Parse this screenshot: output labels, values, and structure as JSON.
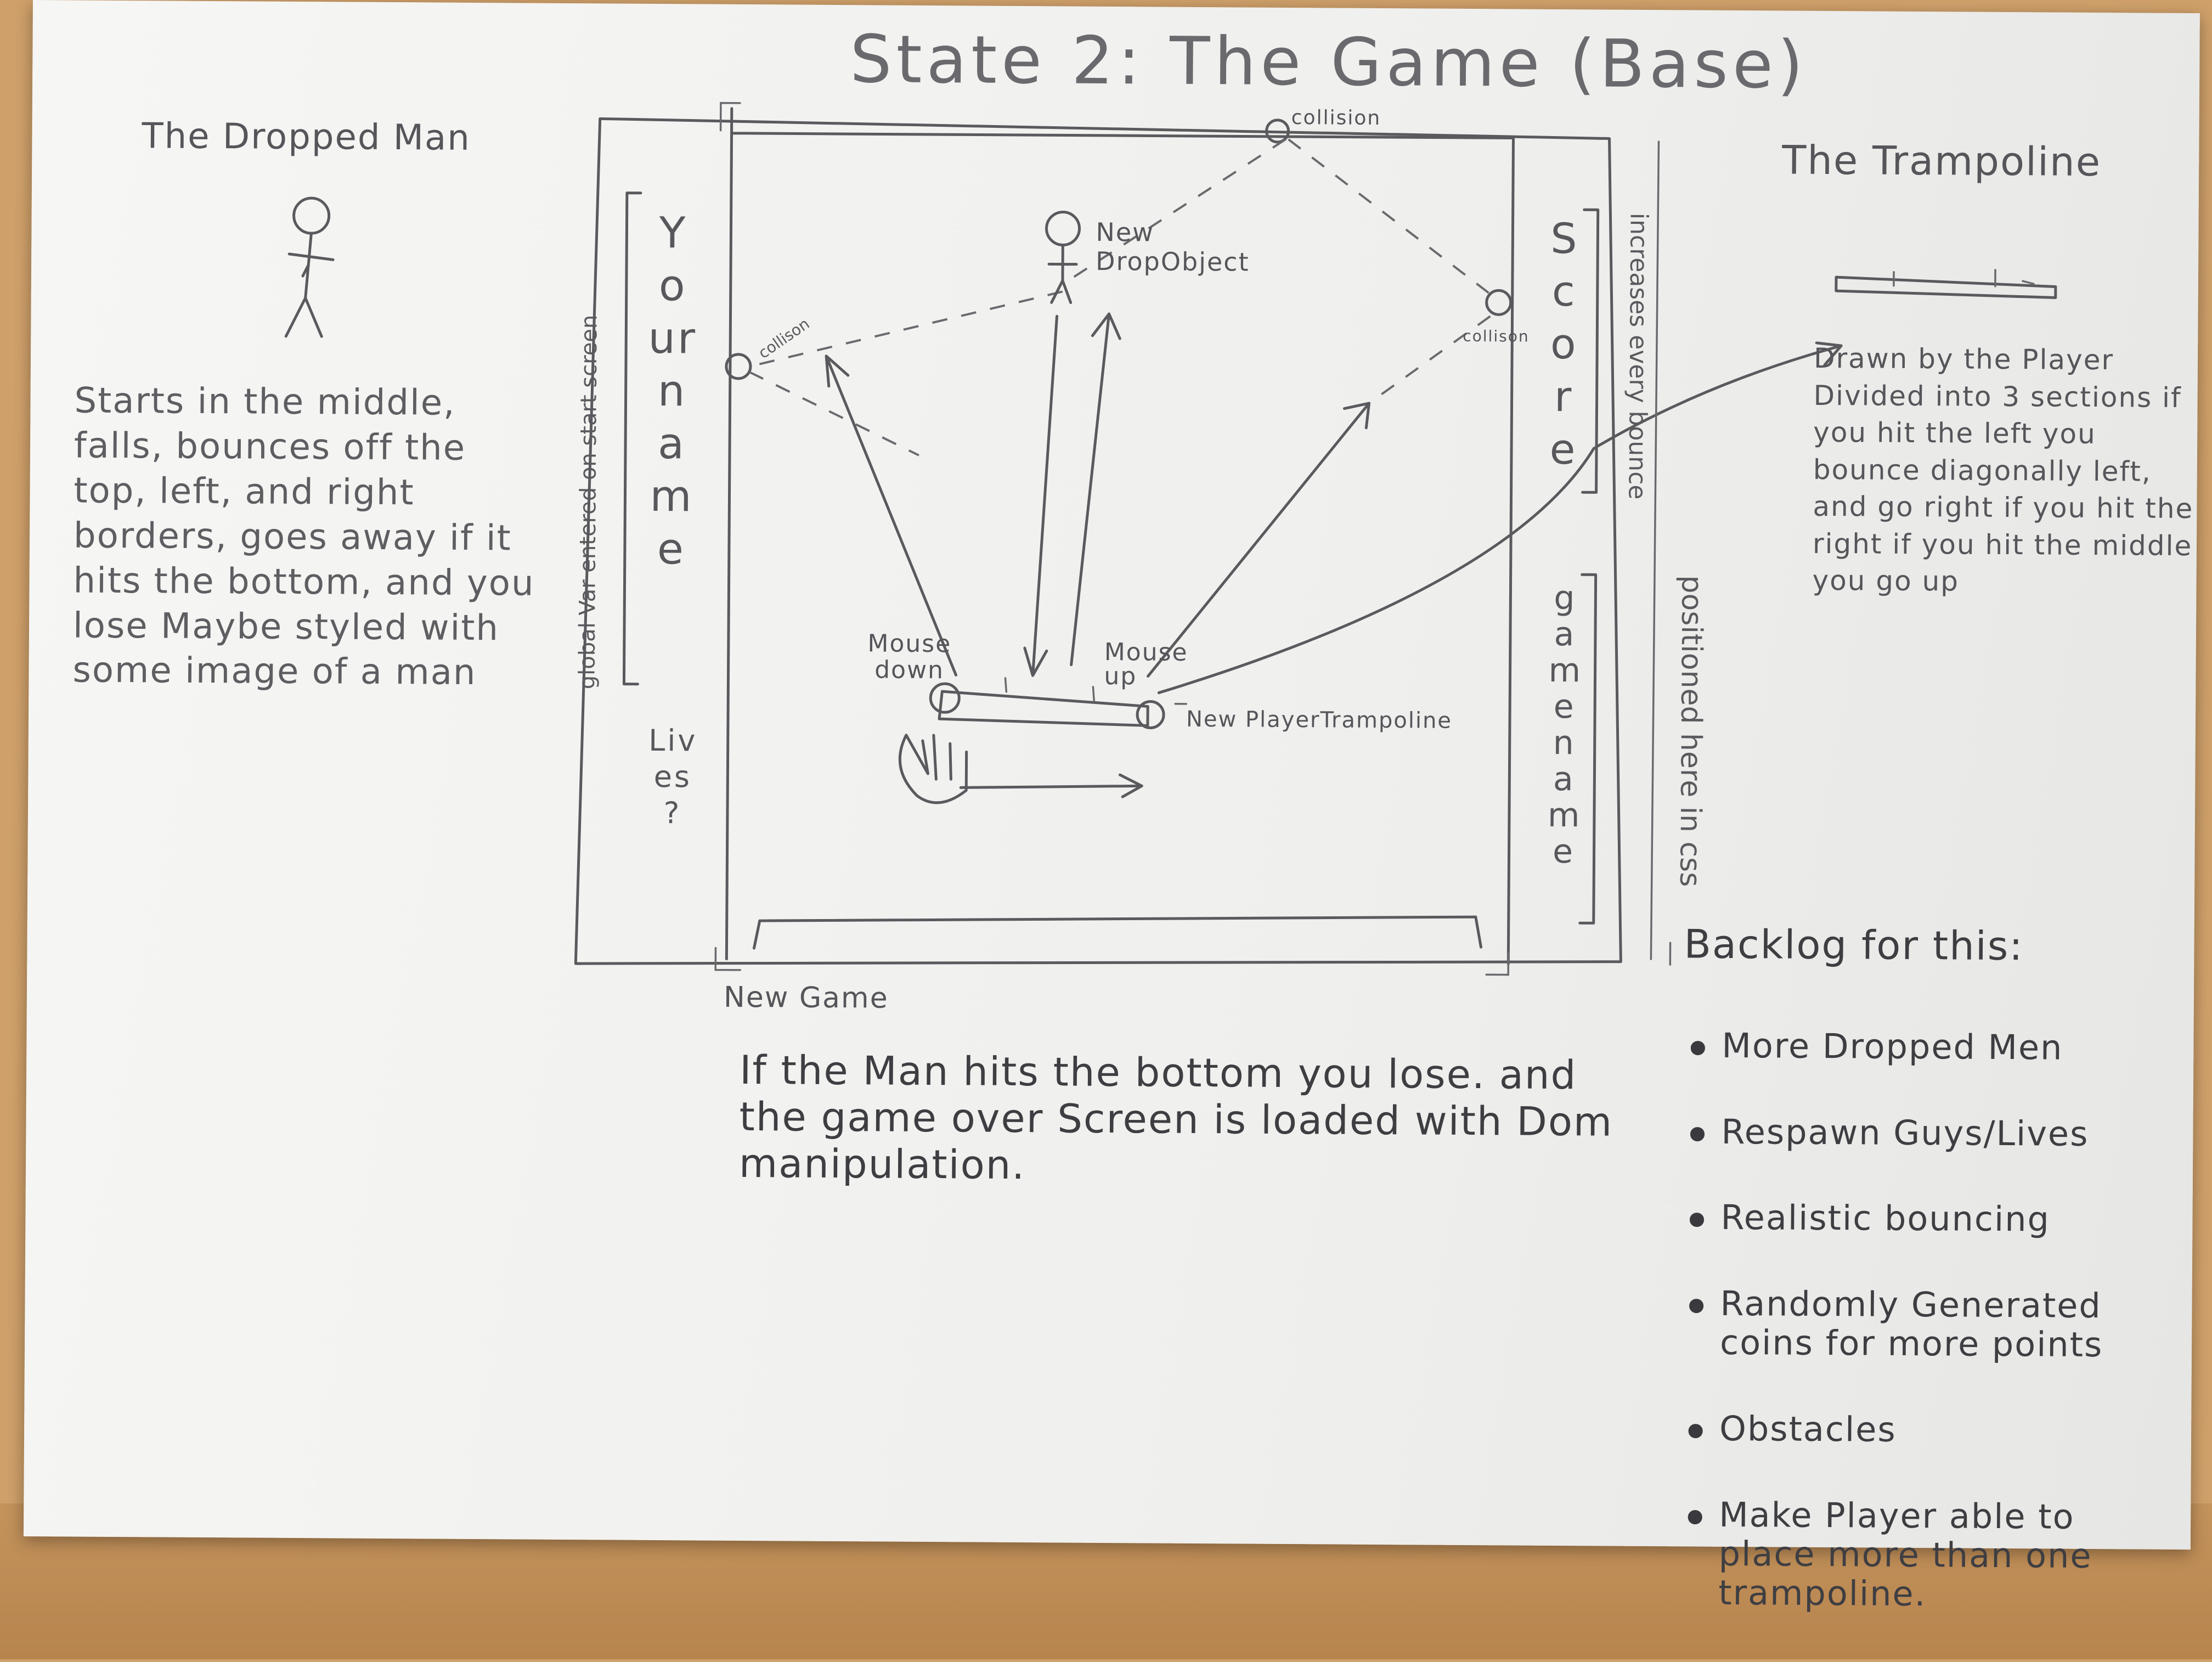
{
  "title": "State 2: The Game (Base)",
  "dropped_man": {
    "heading": "The Dropped Man",
    "description": "Starts in the middle, falls, bounces off the top, left, and right borders, goes away if it hits the bottom, and you lose Maybe styled with some image of a man"
  },
  "trampoline": {
    "heading": "The Trampoline",
    "description": "Drawn by the Player Divided into 3 sections if you hit the left you bounce diagonally left, and go right if you hit the right if you hit the middle you go up"
  },
  "game_area": {
    "left_panel_label": "global Var entered on start screen",
    "your_name": "Your name",
    "lives": "Lives ?",
    "score": "Score",
    "score_note": "increases every bounce",
    "game_name": "game name",
    "game_name_note": "positioned here in css",
    "collision_top": "collision",
    "collision_left": "collison",
    "collision_right": "collison",
    "new_drop_object": "New DropObject",
    "mouse_down": "Mouse down",
    "mouse_up": "Mouse up",
    "new_player_trampoline": "New PlayerTrampoline",
    "new_game": "New Game"
  },
  "lose_note": "If the Man hits the bottom you lose. and the game over Screen is loaded with Dom manipulation.",
  "backlog": {
    "heading": "Backlog for this:",
    "items": [
      "More Dropped Men",
      "Respawn Guys/Lives",
      "Realistic bouncing",
      "Randomly Generated coins for more points",
      "Obstacles",
      "Make Player able to place more than one trampoline."
    ]
  }
}
